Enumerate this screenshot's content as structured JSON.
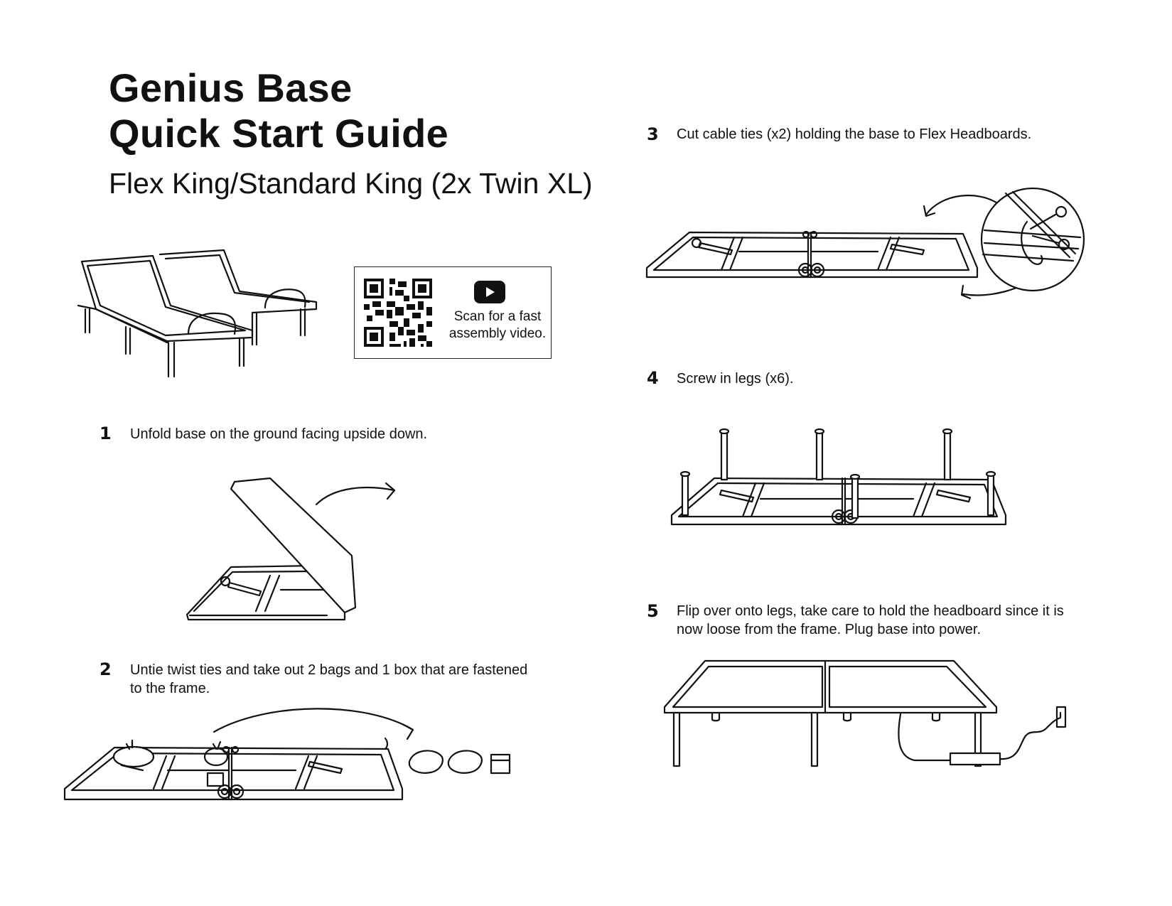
{
  "header": {
    "title_line1": "Genius Base",
    "title_line2": "Quick Start Guide",
    "subtitle": "Flex King/Standard King (2x Twin XL)"
  },
  "qr": {
    "caption": "Scan for a fast assembly video.",
    "icon": "youtube-play-icon"
  },
  "steps": [
    {
      "number": "1",
      "text": "Unfold base on the ground facing upside down."
    },
    {
      "number": "2",
      "text": "Untie twist ties and take out 2 bags and 1 box that are fastened to the frame."
    },
    {
      "number": "3",
      "text": "Cut cable ties (x2) holding the base to Flex Headboards."
    },
    {
      "number": "4",
      "text": "Screw in legs (x6)."
    },
    {
      "number": "5",
      "text": "Flip over onto legs, take care to hold the headboard since it is now loose from the frame. Plug base into power."
    }
  ],
  "colors": {
    "ink": "#111111",
    "background": "#ffffff"
  }
}
